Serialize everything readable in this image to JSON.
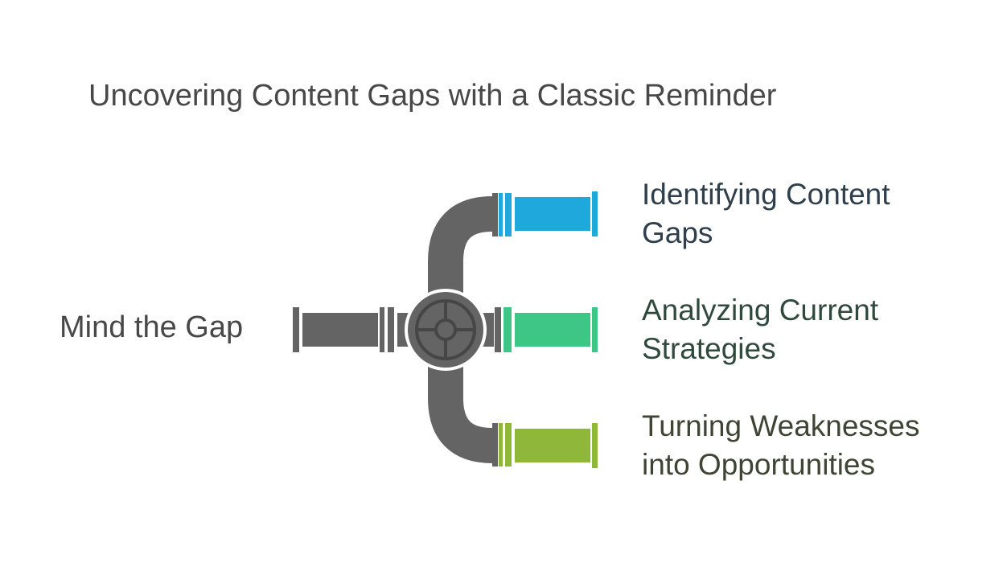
{
  "title": "Uncovering Content Gaps with a Classic Reminder",
  "source": {
    "label": "Mind the Gap"
  },
  "branches": [
    {
      "line1": "Identifying Content",
      "line2": "Gaps",
      "color": "#1fa8dc"
    },
    {
      "line1": "Analyzing Current",
      "line2": "Strategies",
      "color": "#3ec687"
    },
    {
      "line1": "Turning Weaknesses",
      "line2": "into Opportunities",
      "color": "#8fb83b"
    }
  ],
  "pipe_color": "#646464"
}
